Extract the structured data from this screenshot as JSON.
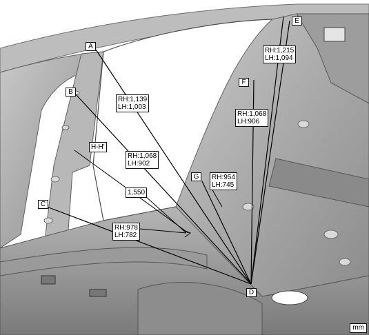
{
  "points": {
    "A": "A",
    "B": "B",
    "C": "C",
    "D": "D",
    "E": "E",
    "F": "F",
    "G": "G"
  },
  "measurements": {
    "a_d": "RH:1,139\nLH:1,003",
    "b_d": "RH:1,068\nLH:902",
    "c_d": "RH:978\nLH:782",
    "e_d": "RH:1,215\nLH:1,094",
    "f_d": "RH:1,068\nLH:906",
    "g_d": "RH:954\nLH:745",
    "h_h": "1,550",
    "h_label": "H-H'"
  },
  "unit": "mm"
}
